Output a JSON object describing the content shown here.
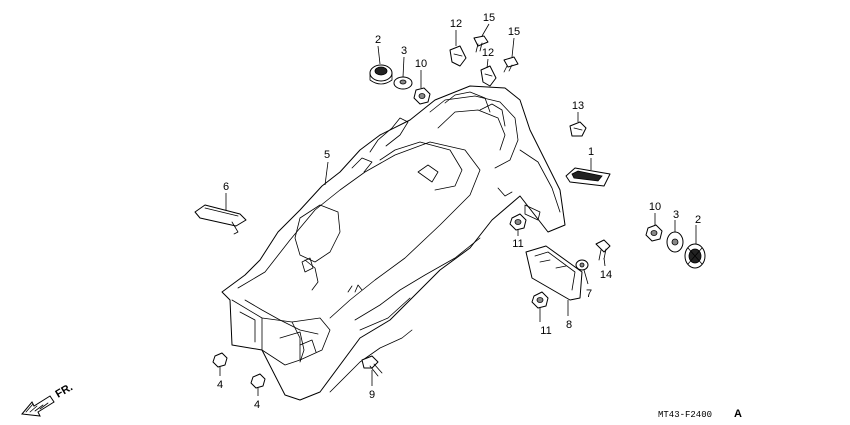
{
  "diagram_code": "MT43-F2400",
  "direction_label": "FR.",
  "callouts": [
    {
      "id": "c1",
      "label": "1"
    },
    {
      "id": "c2a",
      "label": "2"
    },
    {
      "id": "c2b",
      "label": "2"
    },
    {
      "id": "c3a",
      "label": "3"
    },
    {
      "id": "c3b",
      "label": "3"
    },
    {
      "id": "c4a",
      "label": "4"
    },
    {
      "id": "c4b",
      "label": "4"
    },
    {
      "id": "c5",
      "label": "5"
    },
    {
      "id": "c6",
      "label": "6"
    },
    {
      "id": "c7",
      "label": "7"
    },
    {
      "id": "c8",
      "label": "8"
    },
    {
      "id": "c9",
      "label": "9"
    },
    {
      "id": "c10a",
      "label": "10"
    },
    {
      "id": "c10b",
      "label": "10"
    },
    {
      "id": "c11a",
      "label": "11"
    },
    {
      "id": "c11b",
      "label": "11"
    },
    {
      "id": "c12a",
      "label": "12"
    },
    {
      "id": "c12b",
      "label": "12"
    },
    {
      "id": "c13",
      "label": "13"
    },
    {
      "id": "c14",
      "label": "14"
    },
    {
      "id": "c15a",
      "label": "15"
    },
    {
      "id": "c15b",
      "label": "15"
    }
  ]
}
